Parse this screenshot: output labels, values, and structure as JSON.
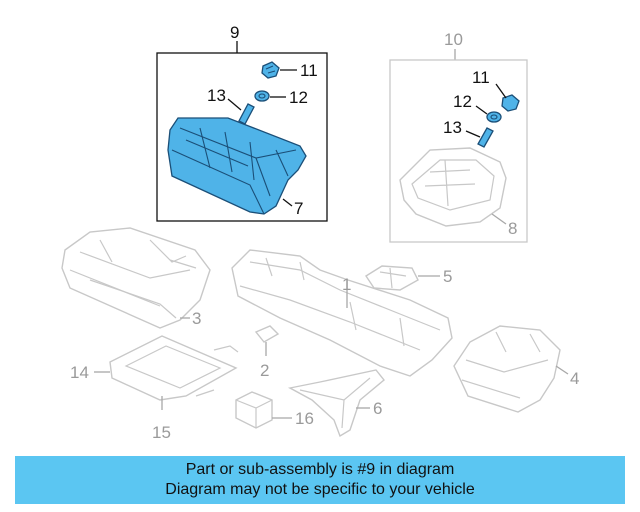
{
  "callouts": {
    "c1": "1",
    "c2": "2",
    "c3": "3",
    "c4": "4",
    "c5": "5",
    "c6": "6",
    "c7": "7",
    "c8": "8",
    "c9": "9",
    "c10": "10",
    "c11a": "11",
    "c12a": "12",
    "c13a": "13",
    "c11b": "11",
    "c12b": "12",
    "c13b": "13",
    "c14": "14",
    "c15": "15",
    "c16": "16"
  },
  "banner": {
    "line1": "Part or sub-assembly is #9 in diagram",
    "line2": "Diagram may not be specific to your vehicle"
  },
  "colors": {
    "highlight": "#4fb3e8",
    "banner": "#5bc6f2",
    "ghost_lines": "#c8c8c8"
  }
}
